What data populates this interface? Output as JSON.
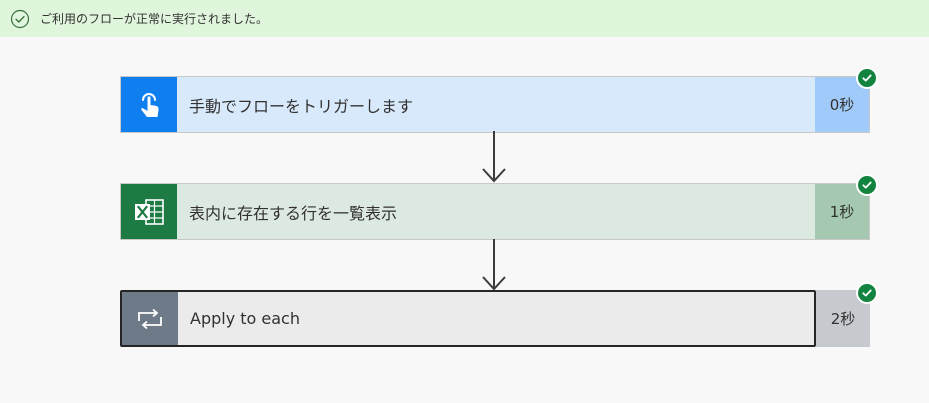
{
  "banner": {
    "message": "ご利用のフローが正常に実行されました。",
    "icon": "check-circle-icon",
    "color": "#dff6dd"
  },
  "steps": [
    {
      "title": "手動でフローをトリガーします",
      "duration": "0秒",
      "icon": "touch-hand-icon",
      "accent": "#0f7ff0",
      "status": "succeeded"
    },
    {
      "title": "表内に存在する行を一覧表示",
      "duration": "1秒",
      "icon": "excel-icon",
      "accent": "#1c7a42",
      "status": "succeeded"
    },
    {
      "title": "Apply to each",
      "duration": "2秒",
      "icon": "loop-icon",
      "accent": "#6e7a88",
      "status": "succeeded"
    }
  ],
  "colors": {
    "success": "#13843f",
    "arrow": "#3c3c3c"
  }
}
